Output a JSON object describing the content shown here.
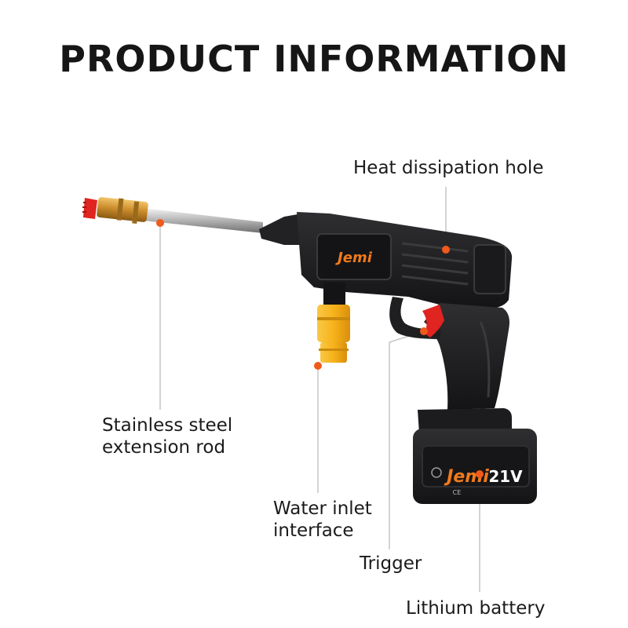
{
  "title": "PRODUCT INFORMATION",
  "brand": {
    "logo_text": "Jemi",
    "battery_logo_text": "Jemi",
    "voltage": "21V",
    "cert_mark": "CE"
  },
  "labels": {
    "heat_dissipation_hole": "Heat dissipation hole",
    "extension_rod_line1": "Stainless steel",
    "extension_rod_line2": "extension rod",
    "water_inlet_line1": "Water inlet",
    "water_inlet_line2": "interface",
    "trigger": "Trigger",
    "lithium_battery": "Lithium battery"
  },
  "colors": {
    "body": "#1c1c1e",
    "body_highlight": "#3a3a3d",
    "accent_orange": "#f07a1c",
    "trigger_red": "#e02420",
    "inlet_yellow": "#f7b21a",
    "nozzle_brass": "#c98a2a",
    "marker_dot": "#f05a1c",
    "leader_line": "#bdbdbd"
  }
}
